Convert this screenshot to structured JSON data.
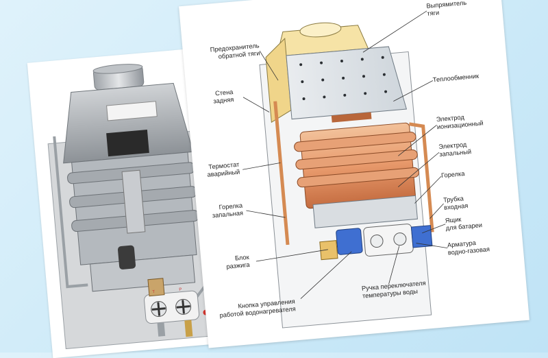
{
  "photo": {
    "knob_left_caption": "T",
    "knob_right_caption": "P"
  },
  "labels": {
    "top_left": {
      "line1": "Предохранитель",
      "line2": "обратной тяги"
    },
    "top_right": {
      "line1": "Выпрямитель",
      "line2": "тяги"
    },
    "wall": {
      "line1": "Стена",
      "line2": "задняя"
    },
    "heat_exchanger": {
      "line1": "Теплообменник"
    },
    "thermostat": {
      "line1": "Термостат",
      "line2": "аварийный"
    },
    "ion_electrode": {
      "line1": "Электрод",
      "line2": "ионизационный"
    },
    "ign_electrode": {
      "line1": "Электрод",
      "line2": "запальный"
    },
    "pilot_burner": {
      "line1": "Горелка",
      "line2": "запальная"
    },
    "burner": {
      "line1": "Горелка"
    },
    "inlet_tube": {
      "line1": "Трубка",
      "line2": "входная"
    },
    "ignition_block": {
      "line1": "Блок",
      "line2": "разжига"
    },
    "battery_box": {
      "line1": "Ящик",
      "line2": "для батареи"
    },
    "valve": {
      "line1": "Арматура",
      "line2": "водно-газовая"
    },
    "control_button": {
      "line1": "Кнопка управления",
      "line2": "работой водонагревателя"
    },
    "temp_knob": {
      "line1": "Ручка переключателя",
      "line2": "температуры воды"
    }
  }
}
